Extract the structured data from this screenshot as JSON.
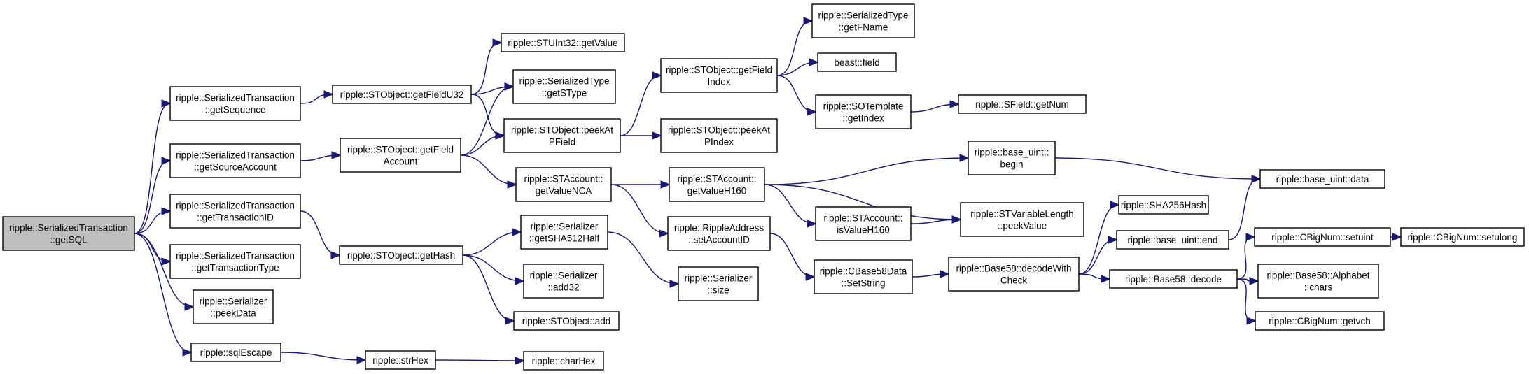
{
  "graph": {
    "nodes": [
      {
        "id": "getSQL",
        "lines": [
          "ripple::SerializedTransaction",
          "::getSQL"
        ],
        "root": true
      },
      {
        "id": "getSequence",
        "lines": [
          "ripple::SerializedTransaction",
          "::getSequence"
        ]
      },
      {
        "id": "getSourceAccount",
        "lines": [
          "ripple::SerializedTransaction",
          "::getSourceAccount"
        ]
      },
      {
        "id": "getTransactionID",
        "lines": [
          "ripple::SerializedTransaction",
          "::getTransactionID"
        ]
      },
      {
        "id": "getTransactionType",
        "lines": [
          "ripple::SerializedTransaction",
          "::getTransactionType"
        ]
      },
      {
        "id": "peekData",
        "lines": [
          "ripple::Serializer",
          "::peekData"
        ]
      },
      {
        "id": "sqlEscape",
        "lines": [
          "ripple::sqlEscape"
        ]
      },
      {
        "id": "getFieldU32",
        "lines": [
          "ripple::STObject::getFieldU32"
        ]
      },
      {
        "id": "getFieldAccount",
        "lines": [
          "ripple::STObject::getField",
          "Account"
        ]
      },
      {
        "id": "getHash",
        "lines": [
          "ripple::STObject::getHash"
        ]
      },
      {
        "id": "strHex",
        "lines": [
          "ripple::strHex"
        ]
      },
      {
        "id": "getValueU32",
        "lines": [
          "ripple::STUInt32::getValue"
        ]
      },
      {
        "id": "getSType",
        "lines": [
          "ripple::SerializedType",
          "::getSType"
        ]
      },
      {
        "id": "peekAtPField",
        "lines": [
          "ripple::STObject::peekAt",
          "PField"
        ]
      },
      {
        "id": "getValueNCA",
        "lines": [
          "ripple::STAccount::",
          "getValueNCA"
        ]
      },
      {
        "id": "getSHA512Half",
        "lines": [
          "ripple::Serializer",
          "::getSHA512Half"
        ]
      },
      {
        "id": "add32",
        "lines": [
          "ripple::Serializer",
          "::add32"
        ]
      },
      {
        "id": "stobjAdd",
        "lines": [
          "ripple::STObject::add"
        ]
      },
      {
        "id": "charHex",
        "lines": [
          "ripple::charHex"
        ]
      },
      {
        "id": "getFieldIndex",
        "lines": [
          "ripple::STObject::getField",
          "Index"
        ]
      },
      {
        "id": "peekAtPIndex",
        "lines": [
          "ripple::STObject::peekAt",
          "PIndex"
        ]
      },
      {
        "id": "getValueH160",
        "lines": [
          "ripple::STAccount::",
          "getValueH160"
        ]
      },
      {
        "id": "setAccountID",
        "lines": [
          "ripple::RippleAddress",
          "::setAccountID"
        ]
      },
      {
        "id": "serSize",
        "lines": [
          "ripple::Serializer",
          "::size"
        ]
      },
      {
        "id": "getFName",
        "lines": [
          "ripple::SerializedType",
          "::getFName"
        ]
      },
      {
        "id": "beastField",
        "lines": [
          "beast::field"
        ]
      },
      {
        "id": "soGetIndex",
        "lines": [
          "ripple::SOTemplate",
          "::getIndex"
        ]
      },
      {
        "id": "isValueH160",
        "lines": [
          "ripple::STAccount::",
          "isValueH160"
        ]
      },
      {
        "id": "setString",
        "lines": [
          "ripple::CBase58Data",
          "::SetString"
        ]
      },
      {
        "id": "sfGetNum",
        "lines": [
          "ripple::SField::getNum"
        ]
      },
      {
        "id": "uintBegin",
        "lines": [
          "ripple::base_uint::",
          "begin"
        ]
      },
      {
        "id": "peekValue",
        "lines": [
          "ripple::STVariableLength",
          "::peekValue"
        ]
      },
      {
        "id": "decodeWithCheck",
        "lines": [
          "ripple::Base58::decodeWith",
          "Check"
        ]
      },
      {
        "id": "sha256",
        "lines": [
          "ripple::SHA256Hash"
        ]
      },
      {
        "id": "uintEnd",
        "lines": [
          "ripple::base_uint::end"
        ]
      },
      {
        "id": "b58decode",
        "lines": [
          "ripple::Base58::decode"
        ]
      },
      {
        "id": "uintData",
        "lines": [
          "ripple::base_uint::data"
        ]
      },
      {
        "id": "setuint",
        "lines": [
          "ripple::CBigNum::setuint"
        ]
      },
      {
        "id": "alphabetChars",
        "lines": [
          "ripple::Base58::Alphabet",
          "::chars"
        ]
      },
      {
        "id": "getvch",
        "lines": [
          "ripple::CBigNum::getvch"
        ]
      },
      {
        "id": "setulong",
        "lines": [
          "ripple::CBigNum::setulong"
        ]
      }
    ],
    "edges": [
      [
        "getSQL",
        "getSequence"
      ],
      [
        "getSQL",
        "getSourceAccount"
      ],
      [
        "getSQL",
        "getTransactionID"
      ],
      [
        "getSQL",
        "getTransactionType"
      ],
      [
        "getSQL",
        "peekData"
      ],
      [
        "getSQL",
        "sqlEscape"
      ],
      [
        "getSequence",
        "getFieldU32"
      ],
      [
        "getSourceAccount",
        "getFieldAccount"
      ],
      [
        "getTransactionID",
        "getHash"
      ],
      [
        "sqlEscape",
        "strHex"
      ],
      [
        "getFieldU32",
        "getValueU32"
      ],
      [
        "getFieldU32",
        "getSType"
      ],
      [
        "getFieldU32",
        "peekAtPField"
      ],
      [
        "getFieldAccount",
        "getSType"
      ],
      [
        "getFieldAccount",
        "peekAtPField"
      ],
      [
        "getFieldAccount",
        "getValueNCA"
      ],
      [
        "getHash",
        "getSHA512Half"
      ],
      [
        "getHash",
        "add32"
      ],
      [
        "getHash",
        "stobjAdd"
      ],
      [
        "strHex",
        "charHex"
      ],
      [
        "peekAtPField",
        "getFieldIndex"
      ],
      [
        "peekAtPField",
        "peekAtPIndex"
      ],
      [
        "getValueNCA",
        "getValueH160"
      ],
      [
        "getValueNCA",
        "setAccountID"
      ],
      [
        "getSHA512Half",
        "serSize"
      ],
      [
        "getFieldIndex",
        "getFName"
      ],
      [
        "getFieldIndex",
        "beastField"
      ],
      [
        "getFieldIndex",
        "soGetIndex"
      ],
      [
        "getValueH160",
        "uintBegin"
      ],
      [
        "getValueH160",
        "isValueH160"
      ],
      [
        "getValueH160",
        "peekValue"
      ],
      [
        "setAccountID",
        "setString"
      ],
      [
        "soGetIndex",
        "sfGetNum"
      ],
      [
        "isValueH160",
        "peekValue"
      ],
      [
        "setString",
        "decodeWithCheck"
      ],
      [
        "uintBegin",
        "uintData"
      ],
      [
        "decodeWithCheck",
        "sha256"
      ],
      [
        "decodeWithCheck",
        "uintEnd"
      ],
      [
        "decodeWithCheck",
        "b58decode"
      ],
      [
        "uintEnd",
        "uintData"
      ],
      [
        "b58decode",
        "setuint"
      ],
      [
        "b58decode",
        "alphabetChars"
      ],
      [
        "b58decode",
        "getvch"
      ],
      [
        "setuint",
        "setulong"
      ]
    ]
  }
}
